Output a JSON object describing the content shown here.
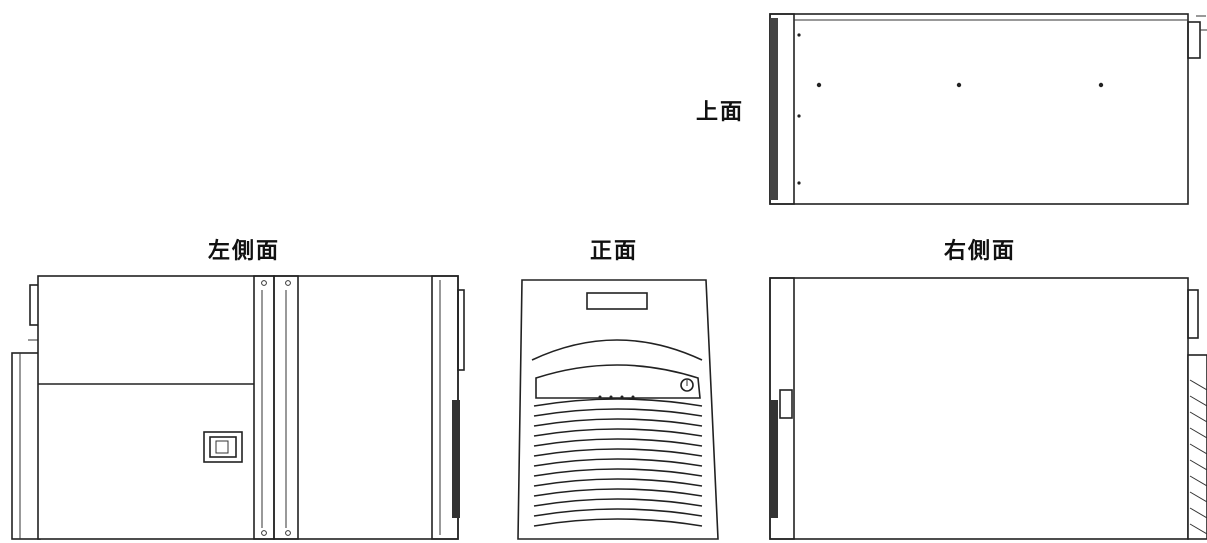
{
  "labels": {
    "top_view": "上面",
    "left_side_view": "左側面",
    "front_view": "正面",
    "right_side_view": "右側面"
  },
  "colors": {
    "line": "#222222",
    "background": "#ffffff"
  }
}
